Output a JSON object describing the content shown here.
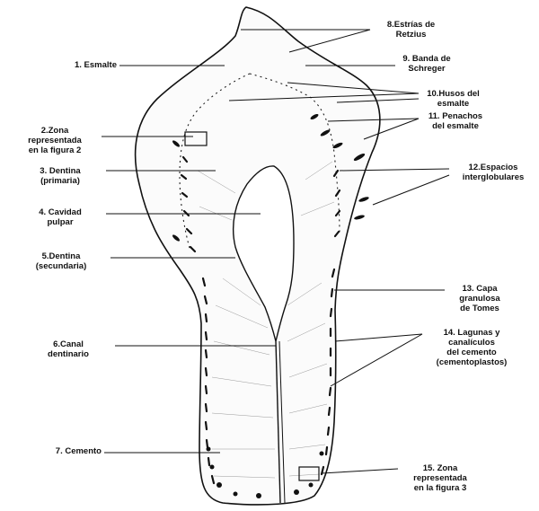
{
  "labels": {
    "l1": [
      "1. Esmalte"
    ],
    "l2": [
      "2.Zona",
      "representada",
      "en la figura 2"
    ],
    "l3": [
      "3. Dentina",
      "(primaria)"
    ],
    "l4": [
      "4. Cavidad",
      "pulpar"
    ],
    "l5": [
      "5.Dentina",
      "(secundaria)"
    ],
    "l6": [
      "6.Canal",
      "dentinario"
    ],
    "l7": [
      "7. Cemento"
    ],
    "l8": [
      "8.Estrías de",
      "Retzius"
    ],
    "l9": [
      "9. Banda de",
      "Schreger"
    ],
    "l10": [
      "10.Husos del",
      "esmalte"
    ],
    "l11": [
      "11. Penachos",
      "del esmalte"
    ],
    "l12": [
      "12.Espacios",
      "interglobulares"
    ],
    "l13": [
      "13. Capa",
      "granulosa",
      "de Tomes"
    ],
    "l14": [
      "14. Lagunas y",
      "canalículos",
      "del cemento",
      "(cementoplastos)"
    ],
    "l15": [
      "15. Zona",
      "representada",
      "en la figura 3"
    ]
  }
}
